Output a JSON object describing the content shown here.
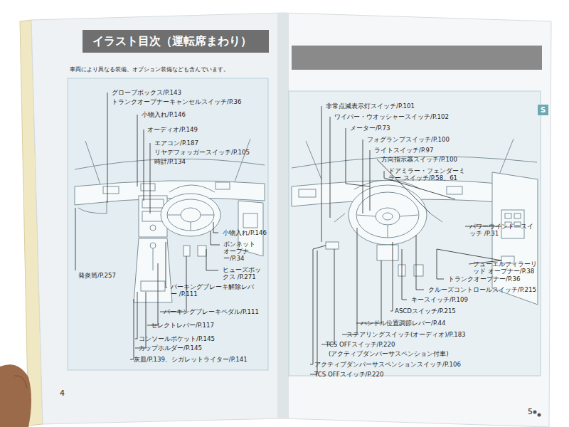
{
  "diagram": {
    "title": "イラスト目次（運転席まわり）",
    "nodes": [
      {
        "text": [
          "S"
        ]
      }
    ],
    "labels": [
      "車両により異なる装備、オプション装備なども含んでいます。",
      "グローブボックス/P.143",
      "トランクオープナーキャンセルスイッチ/P.36",
      "小物入れ/P.146",
      "オーディオ/P.149",
      "エアコン/P.187",
      "リヤデフォッガースイッチ/P.105",
      "時計/P.134",
      "小物入れ/P.146",
      "ボンネット オープナー/P.34",
      "ヒューズボックス /P.271",
      "パーキングブレーキ解除レバー /P.111",
      "パーキングブレーキペダル/P.111",
      "セレクトレバー/P.117",
      "コンソールポケット/P.145",
      "カップホルダー/P.145",
      "灰皿/P.139、シガレットライター/P.141",
      "発炎筒/P.257",
      "4",
      "非常点滅表示灯スイッチ/P.101",
      "ワイパー・ウオッシャースイッチ/P.102",
      "メーター/P.73",
      "フォグランプスイッチ/P.100",
      "ライトスイッチ/P.97",
      "方向指示器スイッチ/P.100",
      "ドアミラー・フェンダーミラー スイッチ/P.58、61",
      "パワーウインドースイッチ /P.31",
      "フューエルフィラーリッド オープナー/P.38",
      "トランクオープナー/P.36",
      "クルーズコントロールスイッチ/P.215",
      "キースイッチ/P.109",
      "ASCDスイッチ/P.215",
      "ハンドル位置調節レバー/P.44",
      "ステアリングスイッチ(オーディオ)/P.183",
      "TCS OFFスイッチ/P.220",
      "(アクティブダンパーサスペンション付車)",
      "アクティブダンパーサスペンションスイッチ/P.106",
      "TCS OFFスイッチ/P.220",
      "5"
    ]
  }
}
